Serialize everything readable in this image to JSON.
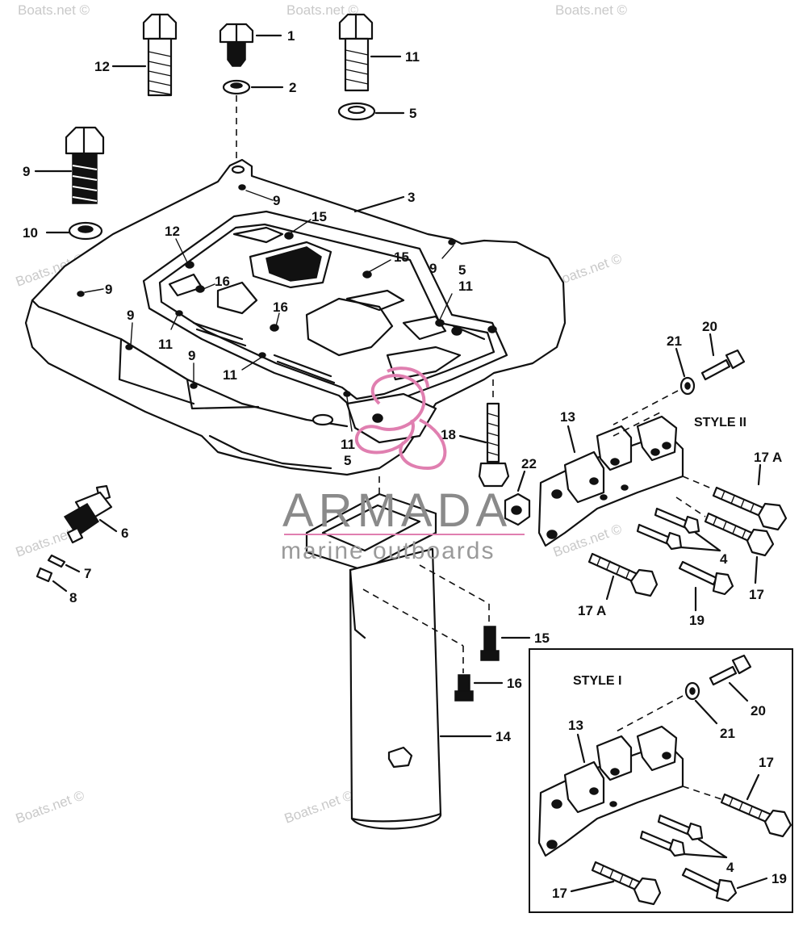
{
  "watermark": "Boats.net ©",
  "brand": {
    "name": "ARMADA",
    "tagline": "marine outboards",
    "accent_color": "#e07fb0"
  },
  "labels": {
    "l1": "1",
    "l2": "2",
    "l3": "3",
    "l4a": "4",
    "l4b": "4",
    "l5a": "5",
    "l5b": "5",
    "l5c": "5",
    "l6": "6",
    "l7": "7",
    "l8": "8",
    "l9a": "9",
    "l9b": "9",
    "l9c": "9",
    "l9d": "9",
    "l9e": "9",
    "l9f": "9",
    "l10": "10",
    "l11a": "11",
    "l11b": "11",
    "l11c": "11",
    "l11d": "11",
    "l11e": "11",
    "l12a": "12",
    "l12b": "12",
    "l13a": "13",
    "l13b": "13",
    "l14": "14",
    "l15a": "15",
    "l15b": "15",
    "l15c": "15",
    "l16a": "16",
    "l16b": "16",
    "l16c": "16",
    "l17a": "17 A",
    "l17b": "17 A",
    "l17c": "17",
    "l17d": "17",
    "l17e": "17",
    "l18": "18",
    "l19a": "19",
    "l19b": "19",
    "l20a": "20",
    "l20b": "20",
    "l21a": "21",
    "l21b": "21",
    "l22": "22"
  },
  "styles": {
    "style2": "STYLE II",
    "style1": "STYLE I"
  }
}
